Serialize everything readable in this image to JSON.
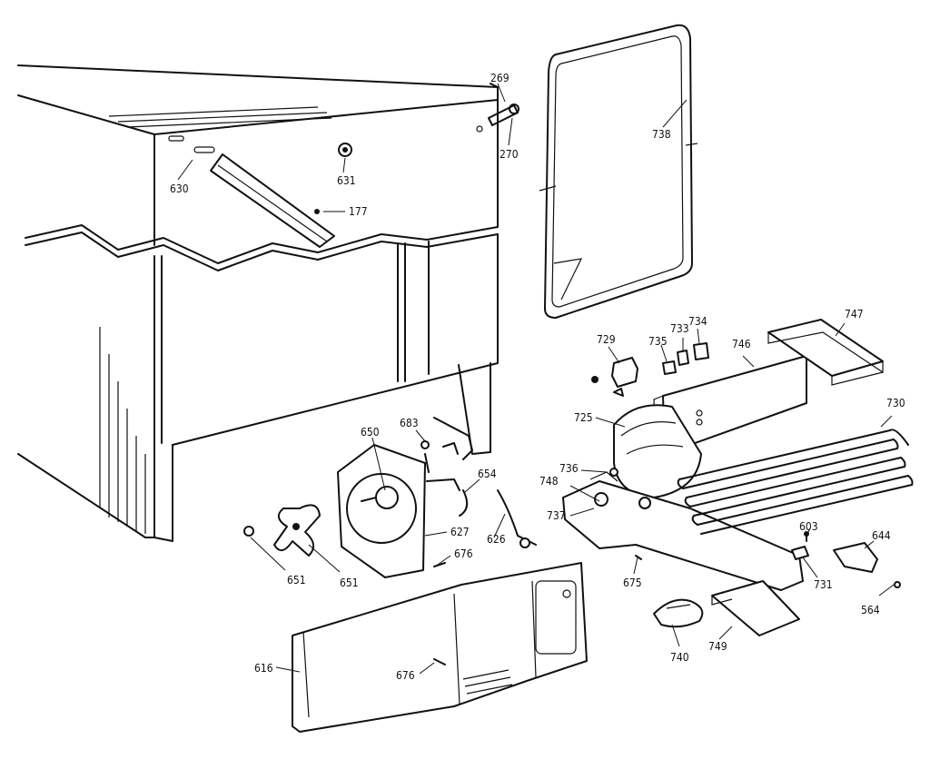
{
  "labels": [
    {
      "key": "l269",
      "text": "269"
    },
    {
      "key": "l270",
      "text": "270"
    },
    {
      "key": "l630",
      "text": "630"
    },
    {
      "key": "l631",
      "text": "631"
    },
    {
      "key": "l177",
      "text": "177"
    },
    {
      "key": "l738",
      "text": "738"
    },
    {
      "key": "l729",
      "text": "729"
    },
    {
      "key": "l735",
      "text": "735"
    },
    {
      "key": "l733",
      "text": "733"
    },
    {
      "key": "l734",
      "text": "734"
    },
    {
      "key": "l746",
      "text": "746"
    },
    {
      "key": "l747",
      "text": "747"
    },
    {
      "key": "l725",
      "text": "725"
    },
    {
      "key": "l730",
      "text": "730"
    },
    {
      "key": "l650",
      "text": "650"
    },
    {
      "key": "l683",
      "text": "683"
    },
    {
      "key": "l654",
      "text": "654"
    },
    {
      "key": "l736",
      "text": "736"
    },
    {
      "key": "l748",
      "text": "748"
    },
    {
      "key": "l737",
      "text": "737"
    },
    {
      "key": "l626",
      "text": "626"
    },
    {
      "key": "l627",
      "text": "627"
    },
    {
      "key": "l676a",
      "text": "676"
    },
    {
      "key": "l603",
      "text": "603"
    },
    {
      "key": "l644",
      "text": "644"
    },
    {
      "key": "l651a",
      "text": "651"
    },
    {
      "key": "l651b",
      "text": "651"
    },
    {
      "key": "l675",
      "text": "675"
    },
    {
      "key": "l731",
      "text": "731"
    },
    {
      "key": "l564",
      "text": "564"
    },
    {
      "key": "l740",
      "text": "740"
    },
    {
      "key": "l749",
      "text": "749"
    },
    {
      "key": "l616",
      "text": "616"
    },
    {
      "key": "l676b",
      "text": "676"
    }
  ]
}
